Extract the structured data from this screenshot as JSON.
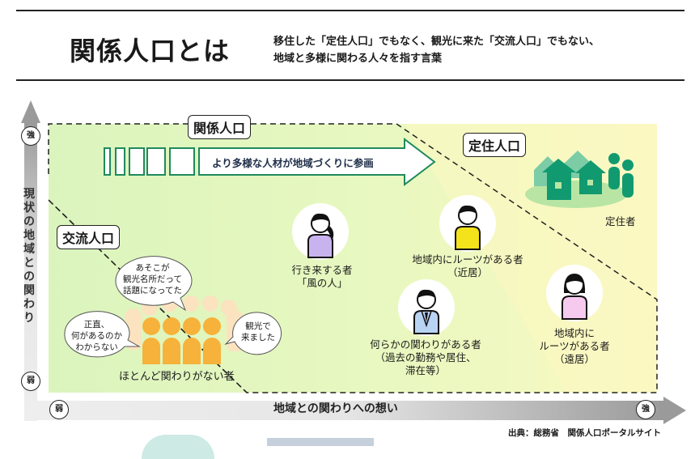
{
  "header": {
    "title": "関係人口とは",
    "subtitle_line1": "移住した「定住人口」でもなく、観光に来た「交流人口」でもない、",
    "subtitle_line2": "地域と多様に関わる人々を指す言葉"
  },
  "diagram": {
    "zones": {
      "related": "関係人口",
      "exchange": "交流人口",
      "settled": "定住人口"
    },
    "arrow_text": "より多様な人材が地域づくりに参画",
    "vertical_axis": {
      "label": "現状の地域との関わり",
      "high": "強",
      "low": "弱"
    },
    "horizontal_axis": {
      "label": "地域との関わりへの想い",
      "low": "弱",
      "high": "強"
    },
    "settled_label": "定住者",
    "exchange_group_label": "ほとんど関わりがない者",
    "speech_bubbles": [
      {
        "lines": [
          "あそこが",
          "観光名所だって",
          "話題になってた"
        ]
      },
      {
        "lines": [
          "正直、",
          "何があるのか",
          "わからない"
        ]
      },
      {
        "lines": [
          "観光で",
          "来ました"
        ]
      }
    ],
    "persons": [
      {
        "lines": [
          "行き来する者",
          "「風の人」"
        ],
        "shirt_color": "#c9b3ee"
      },
      {
        "lines": [
          "地域内にルーツがある者",
          "（近居）"
        ],
        "shirt_color": "#f4e21a"
      },
      {
        "lines": [
          "何らかの関わりがある者",
          "（過去の勤務や居住、",
          "滞在等）"
        ],
        "shirt_color": "#b9d3f3"
      },
      {
        "lines": [
          "地域内に",
          "ルーツがある者",
          "（遠居）"
        ],
        "shirt_color": "#f6c9ef"
      }
    ],
    "colors": {
      "green_zone": "#dcf5bf",
      "yellow_zone": "#fbf8c2",
      "house_dark": "#119a70",
      "house_light": "#7ccca5",
      "orange_people": "#f6b23a",
      "arrow_border": "#1f8a5e"
    }
  },
  "footer": {
    "source": "出典：総務省　関係人口ポータルサイト"
  }
}
